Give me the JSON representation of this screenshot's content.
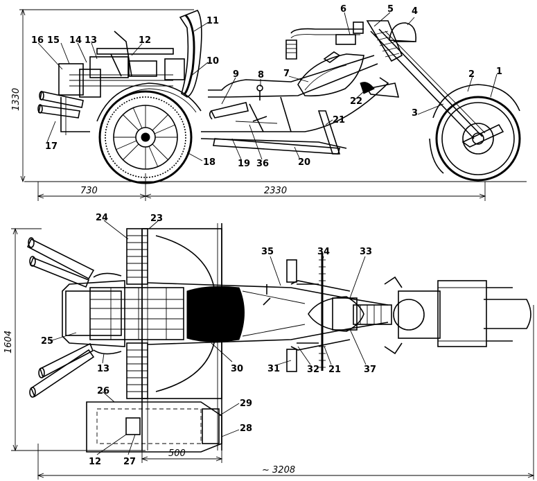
{
  "callouts": {
    "c1": "1",
    "c2": "2",
    "c3": "3",
    "c4": "4",
    "c5": "5",
    "c6": "6",
    "c7": "7",
    "c8": "8",
    "c9": "9",
    "c10": "10",
    "c11": "11",
    "c12": "12",
    "c13": "13",
    "c14": "14",
    "c15": "15",
    "c16": "16",
    "c17": "17",
    "c18": "18",
    "c19": "19",
    "c20": "20",
    "c21": "21",
    "c22": "22",
    "c36": "36",
    "p23": "23",
    "p24": "24",
    "p25": "25",
    "p13": "13",
    "p26": "26",
    "p12": "12",
    "p27": "27",
    "p28": "28",
    "p29": "29",
    "p30": "30",
    "p31": "31",
    "p32": "32",
    "p21": "21",
    "p37": "37",
    "p33": "33",
    "p34": "34",
    "p35": "35"
  },
  "dimensions": {
    "height_side": "1330",
    "len_rear": "730",
    "len_base": "2330",
    "width_plan": "1604",
    "len_box": "500",
    "len_total": "~ 3208"
  }
}
